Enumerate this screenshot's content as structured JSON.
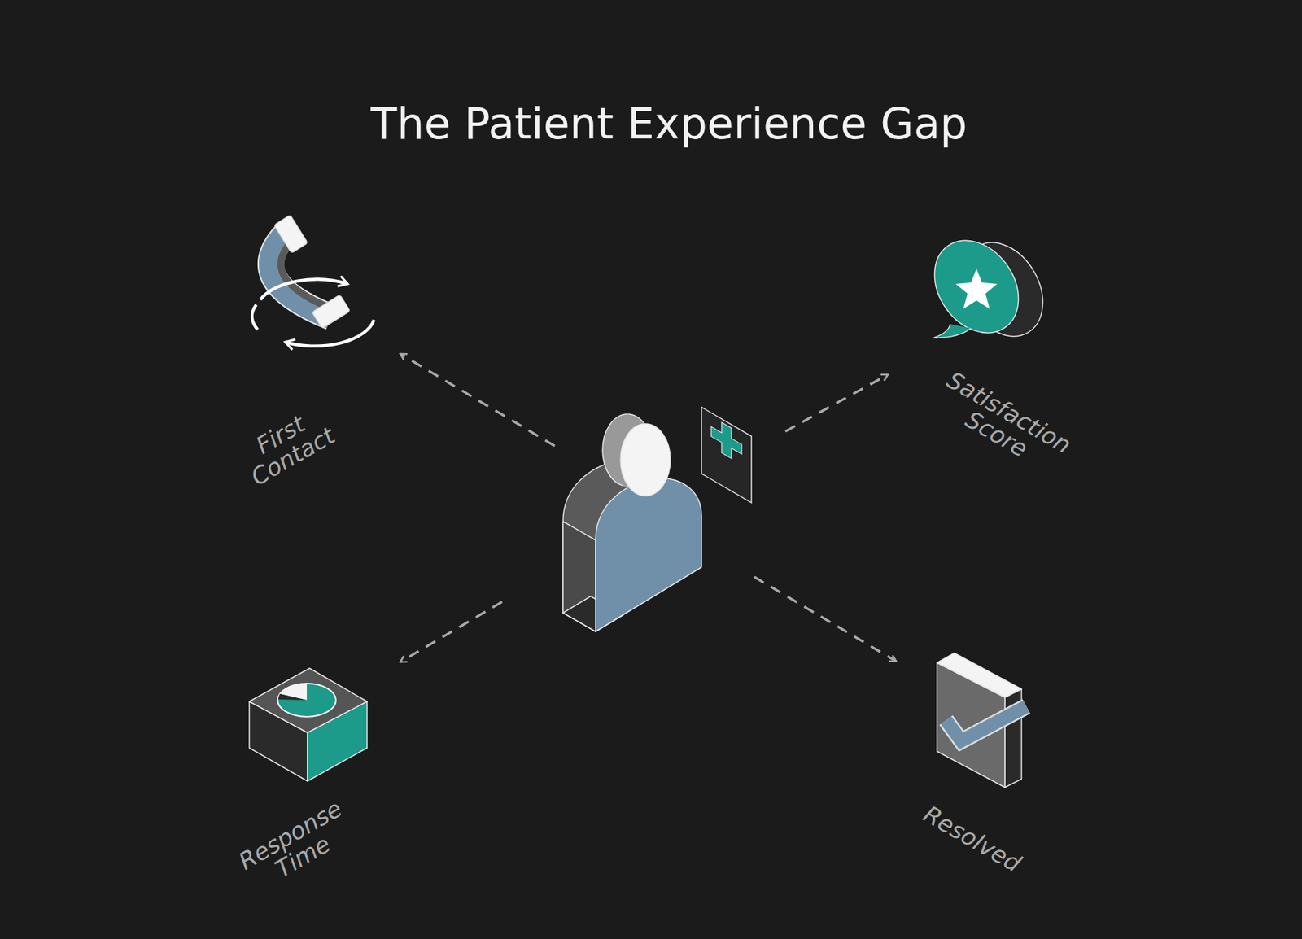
{
  "diagram": {
    "title": "The Patient Experience Gap",
    "nodes": [
      {
        "text": [
          "First Contact"
        ]
      },
      {
        "text": [
          "Satisfaction Score"
        ]
      },
      {
        "text": [
          "Response Time"
        ]
      },
      {
        "text": [
          "Resolved"
        ]
      }
    ]
  }
}
